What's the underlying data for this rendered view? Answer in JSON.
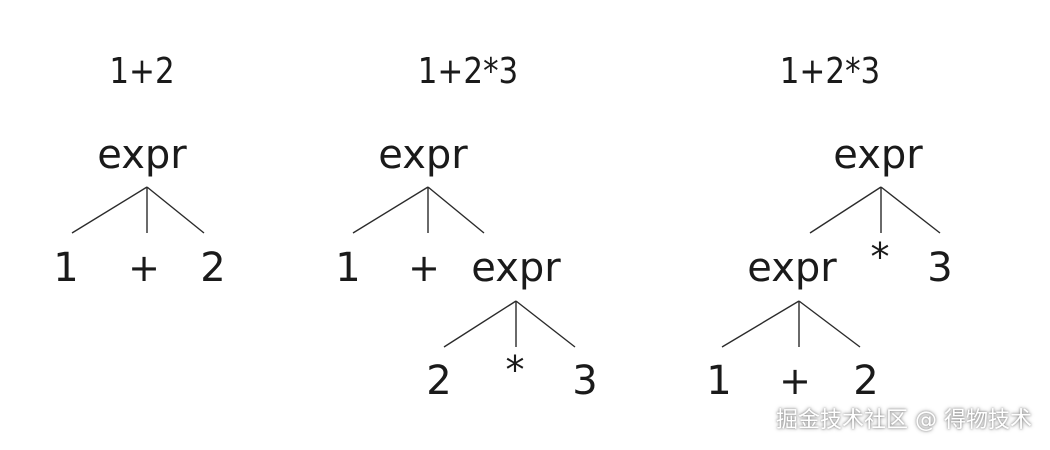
{
  "trees": [
    {
      "title": "1+2",
      "root": "expr",
      "children": [
        "1",
        "+",
        "2"
      ]
    },
    {
      "title": "1+2*3",
      "root": "expr",
      "children": [
        "1",
        "+",
        "expr"
      ],
      "sub": {
        "parent_index": 2,
        "children": [
          "2",
          "*",
          "3"
        ]
      }
    },
    {
      "title": "1+2*3",
      "root": "expr",
      "children": [
        "expr",
        "*",
        "3"
      ],
      "sub": {
        "parent_index": 0,
        "children": [
          "1",
          "+",
          "2"
        ]
      }
    }
  ],
  "watermark": "掘金技术社区 @ 得物技术"
}
